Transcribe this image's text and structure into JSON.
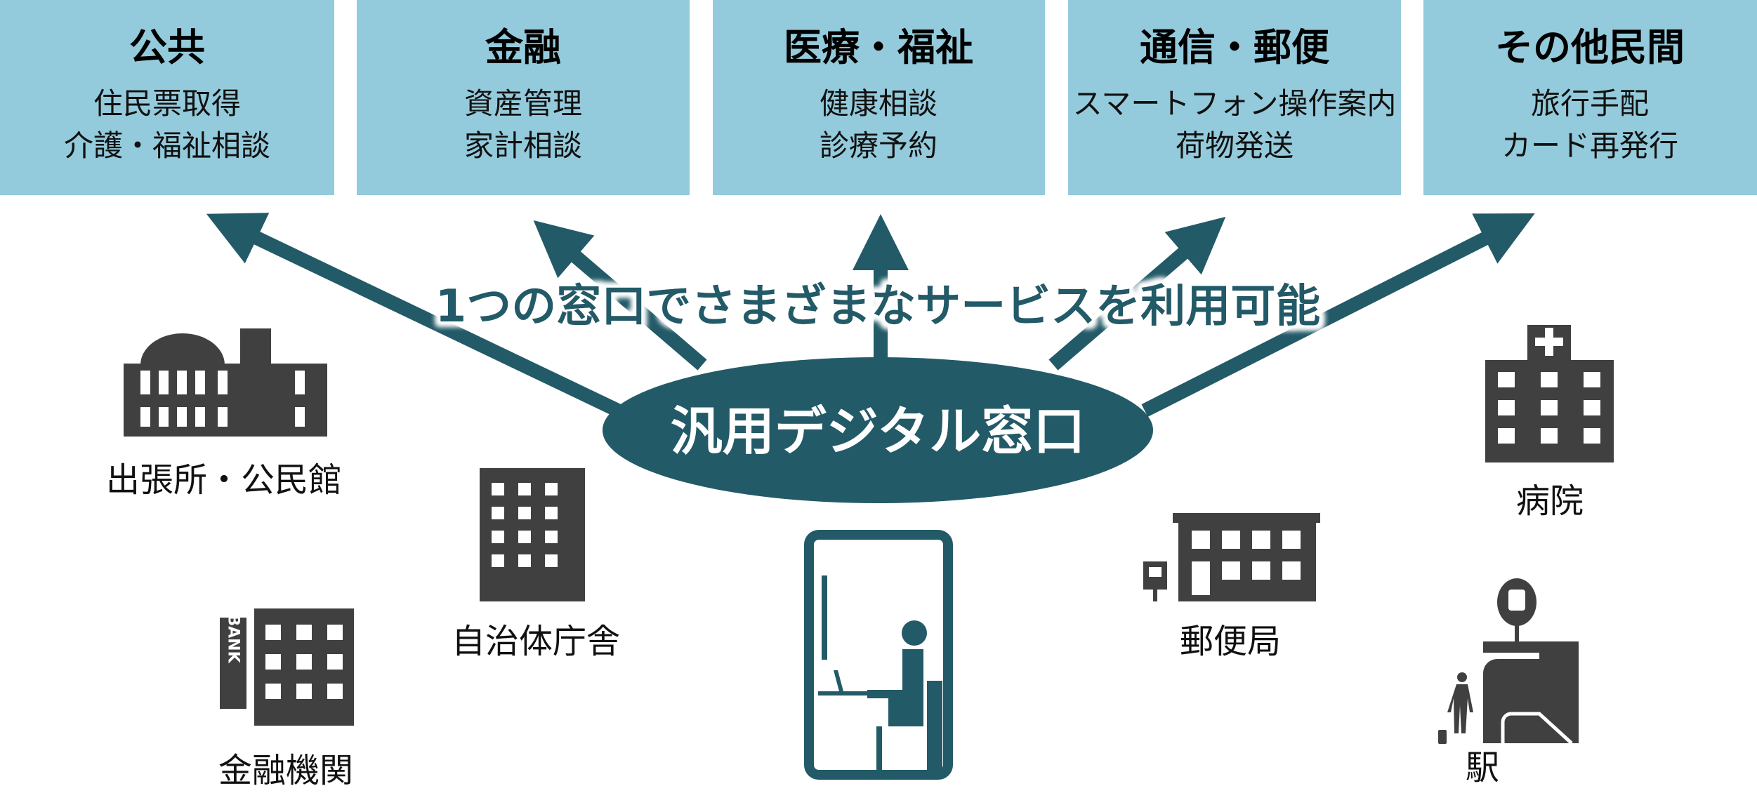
{
  "categories": [
    {
      "title": "公共",
      "items": [
        "住民票取得",
        "介護・福祉相談"
      ]
    },
    {
      "title": "金融",
      "items": [
        "資産管理",
        "家計相談"
      ]
    },
    {
      "title": "医療・福祉",
      "items": [
        "健康相談",
        "診療予約"
      ]
    },
    {
      "title": "通信・郵便",
      "items": [
        "スマートフォン操作案内",
        "荷物発送"
      ]
    },
    {
      "title": "その他民間",
      "items": [
        "旅行手配",
        "カード再発行"
      ]
    }
  ],
  "banner": "1つの窓口でさまざまなサービスを利用可能",
  "center": "汎用デジタル窓口",
  "bank_sign": "BANK",
  "places": {
    "branch": "出張所・公民館",
    "city_hall": "自治体庁舎",
    "bank": "金融機関",
    "post_office": "郵便局",
    "hospital": "病院",
    "station": "駅"
  },
  "colors": {
    "box": "#94cbdc",
    "teal": "#235a68",
    "icon": "#404040"
  }
}
